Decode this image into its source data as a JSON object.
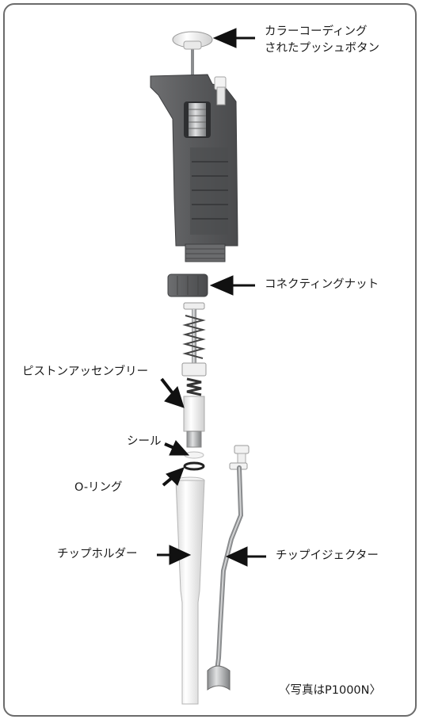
{
  "labels": {
    "push_button": "カラーコーディング\nされたプッシュボタン",
    "connecting_nut": "コネクティングナット",
    "piston_assembly": "ピストンアッセンブリー",
    "seal": "シール",
    "o_ring": "O-リング",
    "tip_holder": "チップホルダー",
    "tip_ejector": "チップイジェクター",
    "photo_note": "〈写真はP1000N〉"
  },
  "colors": {
    "border": "#6b6b6b",
    "body_dark": "#5a5b5d",
    "part_white": "#f2f2f2",
    "metal": "#a7a9ab",
    "arrow": "#111111"
  }
}
